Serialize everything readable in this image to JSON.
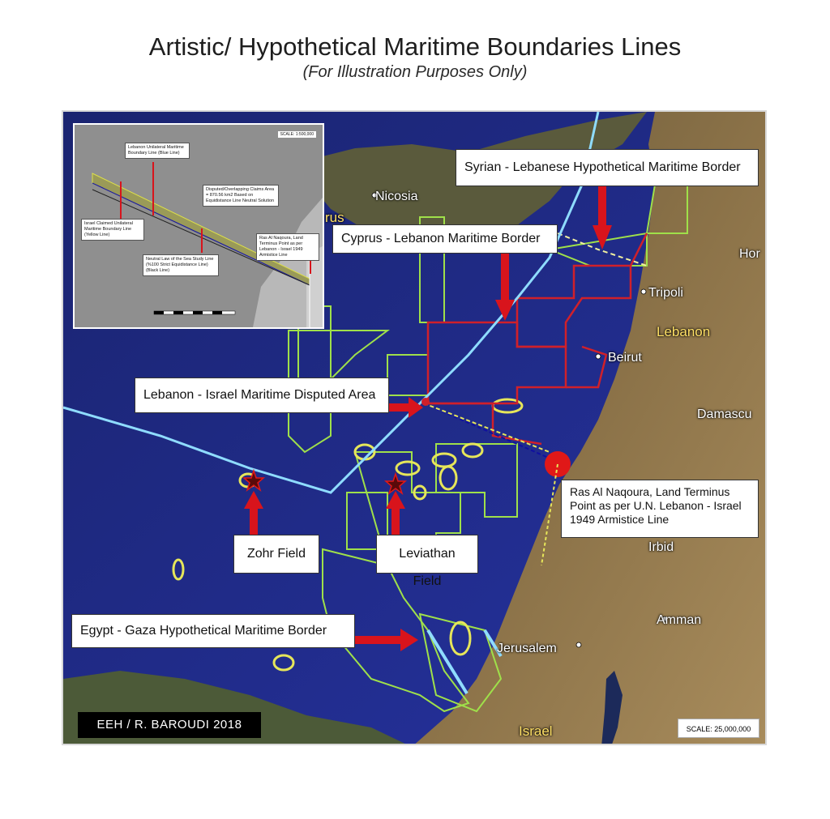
{
  "title": "Artistic/ Hypothetical Maritime Boundaries Lines",
  "subtitle": "(For Illustration Purposes Only)",
  "map": {
    "places": {
      "nicosia": "Nicosia",
      "cyprus_partial": "rus",
      "homs_partial": "Hor",
      "tripoli": "Tripoli",
      "lebanon": "Lebanon",
      "beirut": "Beirut",
      "damascus": "Damascu",
      "irbid": "Irbid",
      "amman": "Amman",
      "jerusalem": "Jerusalem",
      "israel": "Israel"
    },
    "callouts": {
      "syria_lebanon": "Syrian - Lebanese Hypothetical Maritime Border",
      "cyprus_lebanon": "Cyprus - Lebanon Maritime Border",
      "disputed_area": "Lebanon - Israel Maritime Disputed Area",
      "ras_naqoura": "Ras Al Naqoura, Land Terminus Point as per U.N. Lebanon - Israel 1949 Armistice Line",
      "zohr": "Zohr Field",
      "leviathan": "Leviathan Field",
      "egypt_gaza": "Egypt - Gaza Hypothetical Maritime Border"
    },
    "credit": "EEH / R. BAROUDI 2018",
    "scale": "SCALE: 25,000,000"
  },
  "inset": {
    "scale_label": "SCALE: 1:500,000",
    "blue_line": "Lebanon Unilateral Maritime Boundary Line (Blue Line)",
    "yellow_line": "Israel Claimed Unilateral Maritime Boundary Line (Yellow Line)",
    "disputed_area": "Disputed/Overlapping Claims Area = 870.56 km2 Based on Equidistance Line Neutral Solution",
    "black_line": "Neutral Law of the Sea Study Line (%100 Strict Equidistance Line) (Black Line)",
    "ras_naqoura": "Ras Al Naqoura, Land Terminus Point as per Lebanon - Israel 1949 Armistice Line"
  },
  "colors": {
    "sea": "#1f2a7a",
    "block_outline": "#9fe04a",
    "lebanon_block": "#d0202a",
    "cyprus_border": "#8fdcff",
    "arrow": "#d8141c",
    "disputed_line": "#1010a0"
  }
}
